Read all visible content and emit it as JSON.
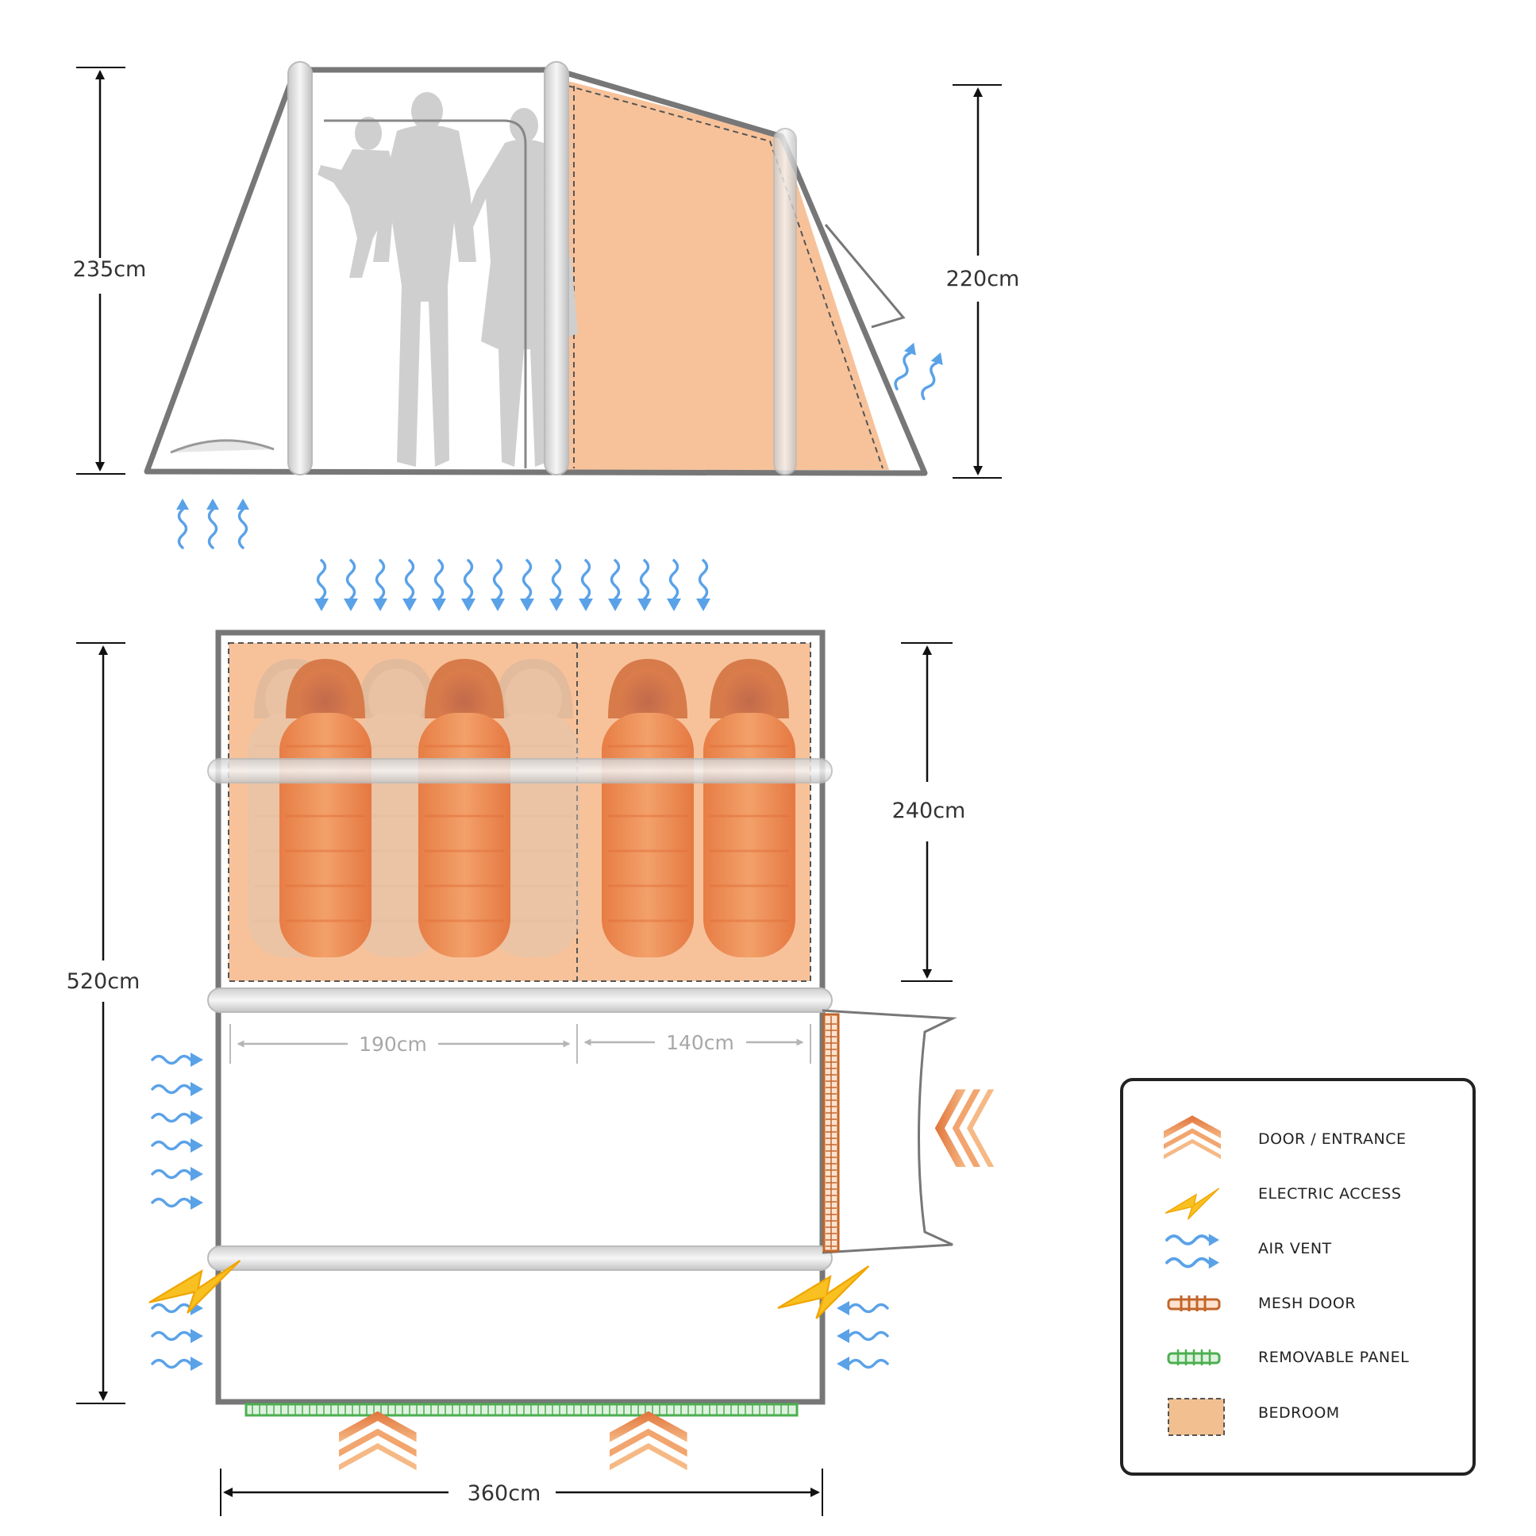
{
  "side_view": {
    "height_left": "235cm",
    "height_right": "220cm"
  },
  "floor_plan": {
    "length": "520cm",
    "bedroom_depth": "240cm",
    "bedroom_left_width": "190cm",
    "bedroom_right_width": "140cm",
    "width": "360cm"
  },
  "legend": {
    "items": [
      {
        "label": "DOOR / ENTRANCE",
        "icon": "door-entrance-icon"
      },
      {
        "label": "ELECTRIC ACCESS",
        "icon": "electric-access-icon"
      },
      {
        "label": "AIR VENT",
        "icon": "air-vent-icon"
      },
      {
        "label": "MESH DOOR",
        "icon": "mesh-door-icon"
      },
      {
        "label": "REMOVABLE PANEL",
        "icon": "removable-panel-icon"
      },
      {
        "label": "BEDROOM",
        "icon": "bedroom-swatch-icon"
      }
    ]
  },
  "colors": {
    "bedroom": "#f7c29a",
    "door": "#e8823f",
    "electric": "#f8c020",
    "vent": "#5aa2e8",
    "mesh": "#c2652a",
    "panel": "#4caf50",
    "frame": "#777777"
  }
}
